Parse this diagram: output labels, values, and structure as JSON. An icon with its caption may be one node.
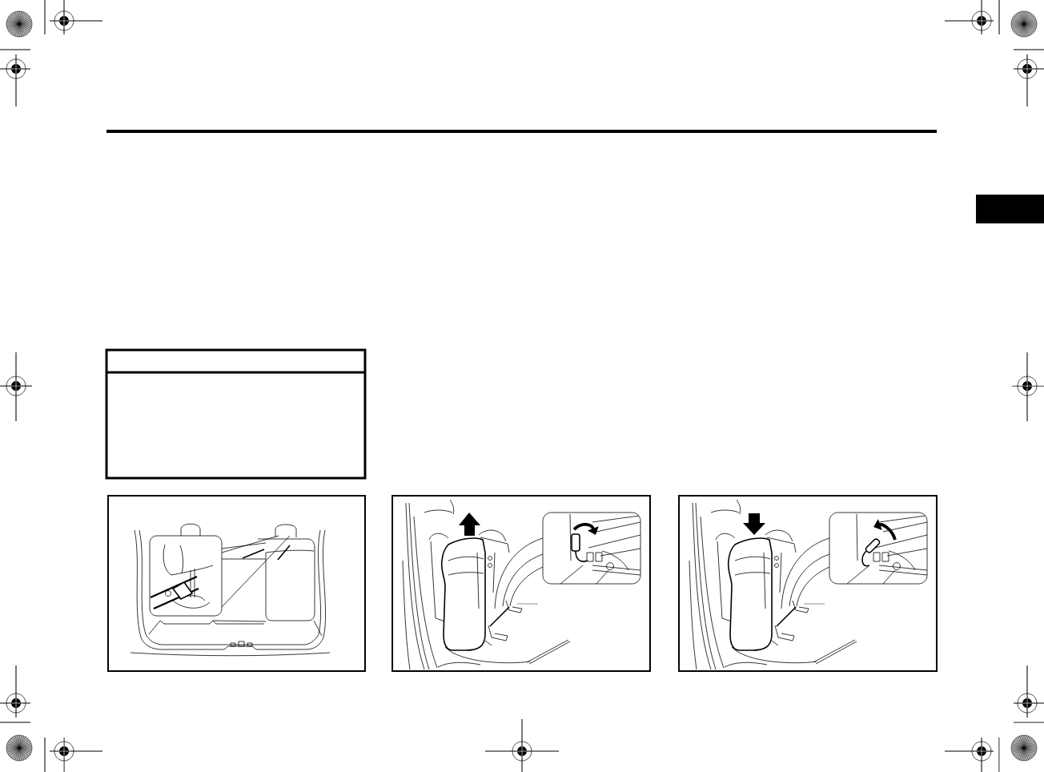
{
  "diagram": {
    "nodes": [
      {
        "text": [],
        "shape": "box"
      },
      {
        "text": [],
        "shape": "box"
      },
      {
        "text": [],
        "shape": "picture"
      },
      {
        "text": [],
        "shape": "picture"
      },
      {
        "text": [],
        "shape": "picture"
      }
    ]
  }
}
